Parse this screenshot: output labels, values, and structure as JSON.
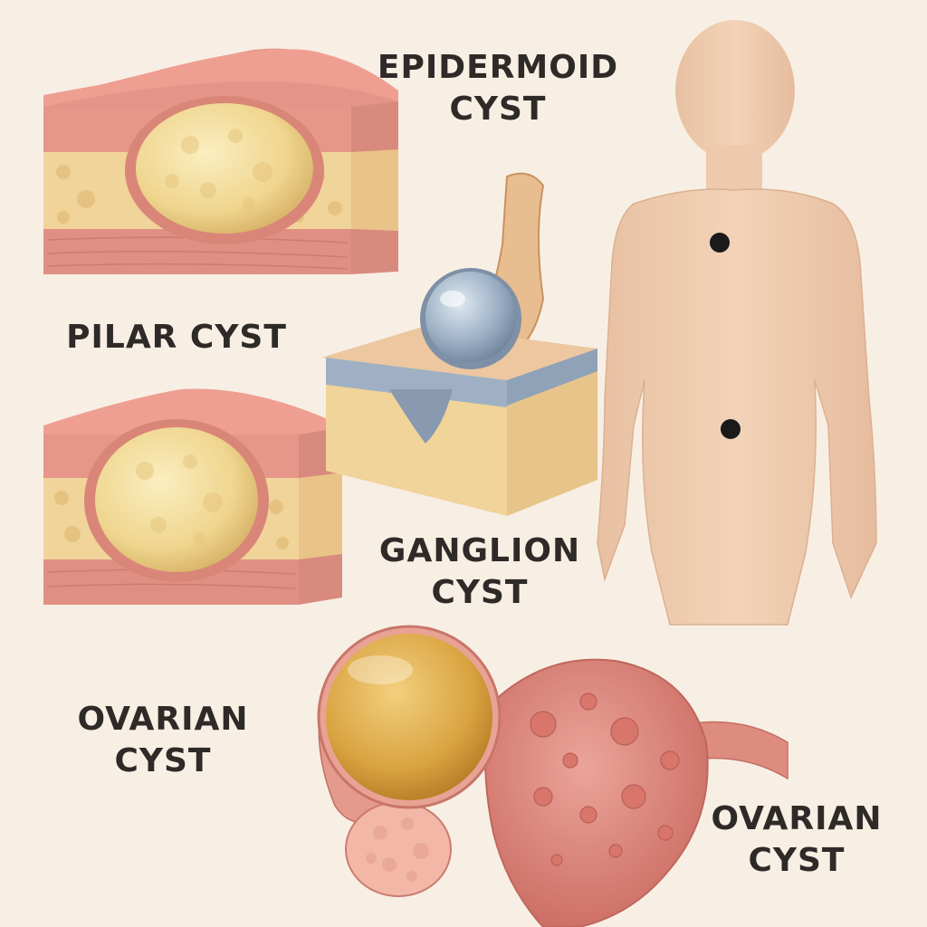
{
  "colors": {
    "background": "#f8efe4",
    "skin": "#e8b8a0",
    "dermis": "#e39a8c",
    "fat": "#f0d49a",
    "cyst_yellow": "#f1dc9a",
    "ganglion_blue": "#9fb3c8",
    "ovarian_gold": "#d9a441",
    "ovary_pink": "#df8c80",
    "body_skin": "#efcdb1",
    "marker": "#1a1a1a",
    "label_text": "#2e2a28"
  },
  "labels": {
    "epidermoid": [
      "EPIDERMOID",
      "CYST"
    ],
    "pilar": [
      "PILAR CYST"
    ],
    "ganglion": [
      "GANGLION",
      "CYST"
    ],
    "ovarian_left": [
      "OVARIAN",
      "CYST"
    ],
    "ovarian_right": [
      "OVARIAN",
      "CYST"
    ]
  }
}
